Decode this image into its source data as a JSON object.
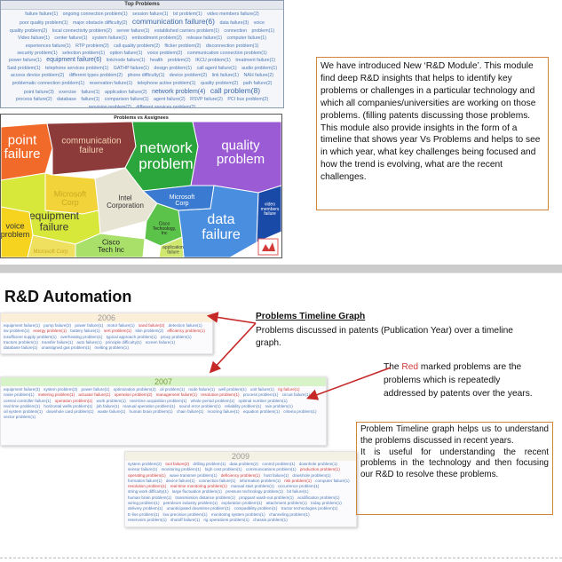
{
  "top_problems": {
    "title": "Top Problems",
    "words": [
      {
        "t": "failure failure(1)",
        "s": ""
      },
      {
        "t": "ongoing connection problem(1)",
        "s": ""
      },
      {
        "t": "session failure(1)",
        "s": ""
      },
      {
        "t": "txt problem(1)",
        "s": ""
      },
      {
        "t": "video members failure(2)",
        "s": ""
      },
      {
        "t": "poor quality problem(1)",
        "s": ""
      },
      {
        "t": "major obstacle difficulty(2)",
        "s": ""
      },
      {
        "t": "communication failure(6)",
        "s": "big"
      },
      {
        "t": "data failure(3)",
        "s": ""
      },
      {
        "t": "voice",
        "s": ""
      },
      {
        "t": "quality problem(2)",
        "s": ""
      },
      {
        "t": "local connectivity problem(2)",
        "s": ""
      },
      {
        "t": "server failure(1)",
        "s": ""
      },
      {
        "t": "established carriers problem(1)",
        "s": ""
      },
      {
        "t": "connection",
        "s": ""
      },
      {
        "t": "problem(1)",
        "s": ""
      },
      {
        "t": "Video failure(1)",
        "s": ""
      },
      {
        "t": "center failure(1)",
        "s": ""
      },
      {
        "t": "system failure(1)",
        "s": ""
      },
      {
        "t": "embodiment problem(2)",
        "s": ""
      },
      {
        "t": "release failure(1)",
        "s": ""
      },
      {
        "t": "computer failure(1)",
        "s": ""
      },
      {
        "t": "experiences failure(1)",
        "s": ""
      },
      {
        "t": "RTP problem(2)",
        "s": ""
      },
      {
        "t": "call quality problem(2)",
        "s": ""
      },
      {
        "t": "flicker problem(2)",
        "s": ""
      },
      {
        "t": "disconnection problem(1)",
        "s": ""
      },
      {
        "t": "security problem(1)",
        "s": ""
      },
      {
        "t": "selection problem(1)",
        "s": ""
      },
      {
        "t": "option failure(1)",
        "s": ""
      },
      {
        "t": "voice problem(2)",
        "s": ""
      },
      {
        "t": "communication connection problem(1)",
        "s": ""
      },
      {
        "t": "power failure(1)",
        "s": ""
      },
      {
        "t": "equipment failure(6)",
        "s": "med"
      },
      {
        "t": "link/node failure(1)",
        "s": ""
      },
      {
        "t": "health",
        "s": ""
      },
      {
        "t": "problem(2)",
        "s": ""
      },
      {
        "t": "IKCU problem(1)",
        "s": ""
      },
      {
        "t": "treatment failure(1)",
        "s": ""
      },
      {
        "t": "Said problem(1)",
        "s": ""
      },
      {
        "t": "telephone services problem(1)",
        "s": ""
      },
      {
        "t": "GATHP failure(1)",
        "s": ""
      },
      {
        "t": "design problem(1)",
        "s": ""
      },
      {
        "t": "call agent failure(1)",
        "s": ""
      },
      {
        "t": "audio problem(1)",
        "s": ""
      },
      {
        "t": "access device problem(2)",
        "s": ""
      },
      {
        "t": "different types problem(2)",
        "s": ""
      },
      {
        "t": "phone difficulty(1)",
        "s": ""
      },
      {
        "t": "device problem(2)",
        "s": ""
      },
      {
        "t": "link failure(1)",
        "s": ""
      },
      {
        "t": "NAH failure(2)",
        "s": ""
      },
      {
        "t": "problematic connection problem(1)",
        "s": ""
      },
      {
        "t": "reservation failure(1)",
        "s": ""
      },
      {
        "t": "telephone active problem(1)",
        "s": ""
      },
      {
        "t": "quality problem(2)",
        "s": ""
      },
      {
        "t": "path failure(2)",
        "s": ""
      },
      {
        "t": "point failure(3)",
        "s": ""
      },
      {
        "t": "exercise",
        "s": ""
      },
      {
        "t": "failure(1)",
        "s": ""
      },
      {
        "t": "application failure(2)",
        "s": ""
      },
      {
        "t": "network problem(4)",
        "s": "med"
      },
      {
        "t": "call problem(8)",
        "s": "big"
      },
      {
        "t": "process failure(2)",
        "s": ""
      },
      {
        "t": "database",
        "s": ""
      },
      {
        "t": "failure(1)",
        "s": ""
      },
      {
        "t": "comparison failure(1)",
        "s": ""
      },
      {
        "t": "agent failure(2)",
        "s": ""
      },
      {
        "t": "RSVP failure(2)",
        "s": ""
      },
      {
        "t": "PCI bus problem(2)",
        "s": ""
      },
      {
        "t": "provision problem(2)",
        "s": ""
      },
      {
        "t": "different services problem(2)",
        "s": ""
      }
    ]
  },
  "problems_vs_assignees": {
    "title": "Problems vs Assignees",
    "cells": [
      {
        "label": [
          "point",
          "failure"
        ],
        "color": "#f26a2a",
        "text_color": "#ffffff",
        "size": 15
      },
      {
        "label": [
          "communication",
          "failure"
        ],
        "color": "#8c3a3a",
        "text_color": "#f2d1b0",
        "size": 10
      },
      {
        "label": [
          "network",
          "problem"
        ],
        "color": "#2ba63c",
        "text_color": "#ffffff",
        "size": 17
      },
      {
        "label": [
          "quality",
          "problem"
        ],
        "color": "#9a5bd4",
        "text_color": "#ffffff",
        "size": 15
      },
      {
        "label": [
          "Microsoft",
          "Corp"
        ],
        "color": "#f2d43a",
        "text_color": "#c9a820",
        "size": 9
      },
      {
        "label": [
          "equipment",
          "failure"
        ],
        "color": "#d8e83a",
        "text_color": "#333333",
        "size": 12
      },
      {
        "label": [
          "voice",
          "problem"
        ],
        "color": "#f5d31f",
        "text_color": "#333333",
        "size": 9
      },
      {
        "label": [
          "Intel",
          "Corporation"
        ],
        "color": "#e8e4d4",
        "text_color": "#333333",
        "size": 8
      },
      {
        "label": [
          "Cisco",
          "Technology,",
          "Inc"
        ],
        "color": "#5bc24a",
        "text_color": "#222222",
        "size": 5
      },
      {
        "label": [
          "Cisco",
          "Tech Inc"
        ],
        "color": "#a8e06a",
        "text_color": "#222222",
        "size": 8
      },
      {
        "label": [
          "Microsoft",
          "Corp"
        ],
        "color": "#3a7ad0",
        "text_color": "#ffffff",
        "size": 7
      },
      {
        "label": [
          "data",
          "failure"
        ],
        "color": "#4a8ee0",
        "text_color": "#ffffff",
        "size": 16
      },
      {
        "label": [
          "video",
          "members",
          "failure"
        ],
        "color": "#1a4aa8",
        "text_color": "#ffffff",
        "size": 5
      },
      {
        "label": [
          "application",
          "failure"
        ],
        "color": "#d0e870",
        "text_color": "#444444",
        "size": 5
      },
      {
        "label": [
          "Microsoft Corp"
        ],
        "color": "#f0e060",
        "text_color": "#c9a820",
        "size": 6
      }
    ]
  },
  "module_description": "We have introduced New ‘R&D Module’. This module find deep R&D insights that helps to identify key problems or challenges in a particular technology and which all companies/universities are working on those problems. (filling patents discussing those problems. This module also provide insights in the form of a timeline that shows year Vs Problems and helps to see in which year, what key challenges being focused and how the trend is evolving, what are the recent challenges.",
  "section_title": "R&D Automation",
  "timeline": {
    "y2006": {
      "year": "2006",
      "words": [
        {
          "t": "equipment failure(1)",
          "r": false
        },
        {
          "t": "pump failure(2)",
          "r": false
        },
        {
          "t": "power failure(1)",
          "r": false
        },
        {
          "t": "motor failure(1)",
          "r": false
        },
        {
          "t": "sand failure(2)",
          "r": true
        },
        {
          "t": "detection failure(1)",
          "r": false
        },
        {
          "t": "sw problem(1)",
          "r": false
        },
        {
          "t": "energy problem(1)",
          "r": true
        },
        {
          "t": "battery failure(1)",
          "r": false
        },
        {
          "t": "sert problem(1)",
          "r": true
        },
        {
          "t": "skin problem(2)",
          "r": false
        },
        {
          "t": "efficiency problem(1)",
          "r": true
        },
        {
          "t": "insufficient supply problem(1)",
          "r": false
        },
        {
          "t": "overheating problem(1)",
          "r": false
        },
        {
          "t": "typical approach problem(1)",
          "r": false
        },
        {
          "t": "proxy problem(1)",
          "r": false
        },
        {
          "t": "tractors problem(1)",
          "r": false
        },
        {
          "t": "transfer failure(1)",
          "r": false
        },
        {
          "t": "auto failure(1)",
          "r": false
        },
        {
          "t": "principle difficulty(1)",
          "r": false
        },
        {
          "t": "screen failure(1)",
          "r": false
        },
        {
          "t": "database failure(1)",
          "r": false
        },
        {
          "t": "unassigned gas problem(1)",
          "r": false
        },
        {
          "t": "melting problem(1)",
          "r": false
        }
      ]
    },
    "y2007": {
      "year": "2007",
      "words": [
        {
          "t": "equipment failure(3)",
          "r": false
        },
        {
          "t": "system problem(3)",
          "r": false
        },
        {
          "t": "power failure(1)",
          "r": false
        },
        {
          "t": "optimization problem(2)",
          "r": false
        },
        {
          "t": "oil problem(1)",
          "r": false
        },
        {
          "t": "node failure(1)",
          "r": false
        },
        {
          "t": "well problem(1)",
          "r": false
        },
        {
          "t": "unit failure(1)",
          "r": false
        },
        {
          "t": "rig failure(1)",
          "r": true
        },
        {
          "t": "noise problem(1)",
          "r": false
        },
        {
          "t": "metering problem(1)",
          "r": true
        },
        {
          "t": "actuator failure(1)",
          "r": true
        },
        {
          "t": "operation problem(2)",
          "r": true
        },
        {
          "t": "management failure(1)",
          "r": true
        },
        {
          "t": "resolution problem(1)",
          "r": true
        },
        {
          "t": "process problem(1)",
          "r": false
        },
        {
          "t": "circuit failure(1)",
          "r": false
        },
        {
          "t": "central controller failure(1)",
          "r": false
        },
        {
          "t": "operation problem(1)",
          "r": true
        },
        {
          "t": "work problem(1)",
          "r": false
        },
        {
          "t": "real-time acquisition problem(1)",
          "r": false
        },
        {
          "t": "whole period problem(1)",
          "r": false
        },
        {
          "t": "optimal number problem(1)",
          "r": false
        },
        {
          "t": "real time problem(1)",
          "r": false
        },
        {
          "t": "horizontal wells problem(1)",
          "r": false
        },
        {
          "t": "job failure(1)",
          "r": false
        },
        {
          "t": "manual operation problem(1)",
          "r": false
        },
        {
          "t": "sound error problem(1)",
          "r": false
        },
        {
          "t": "reliability problem(1)",
          "r": false
        },
        {
          "t": "rain problem(1)",
          "r": false
        },
        {
          "t": "oil system problem(1)",
          "r": false
        },
        {
          "t": "downhole card problem(1)",
          "r": false
        },
        {
          "t": "waste failure(1)",
          "r": false
        },
        {
          "t": "human brain problem(1)",
          "r": false
        },
        {
          "t": "chain failure(1)",
          "r": false
        },
        {
          "t": "mooring failure(1)",
          "r": false
        },
        {
          "t": "equation problem(1)",
          "r": false
        },
        {
          "t": "criteria problem(1)",
          "r": false
        },
        {
          "t": "vector problem(1)",
          "r": false
        }
      ]
    },
    "y2009": {
      "year": "2009",
      "words": [
        {
          "t": "system problem(2)",
          "r": false
        },
        {
          "t": "tool failure(2)",
          "r": true
        },
        {
          "t": "drilling problem(1)",
          "r": false
        },
        {
          "t": "data problem(2)",
          "r": false
        },
        {
          "t": "control problem(1)",
          "r": false
        },
        {
          "t": "downhole problem(1)",
          "r": false
        },
        {
          "t": "sensor failure(1)",
          "r": false
        },
        {
          "t": "monitoring problem(1)",
          "r": false
        },
        {
          "t": "high cost problem(1)",
          "r": false
        },
        {
          "t": "communications problem(1)",
          "r": false
        },
        {
          "t": "production problem(1)",
          "r": true
        },
        {
          "t": "operating problem(1)",
          "r": true
        },
        {
          "t": "wave transmer problem(1)",
          "r": false
        },
        {
          "t": "deficiency problem(1)",
          "r": true
        },
        {
          "t": "host failure(1)",
          "r": false
        },
        {
          "t": "downhole problem(1)",
          "r": false
        },
        {
          "t": "formation failure(1)",
          "r": false
        },
        {
          "t": "device failure(1)",
          "r": false
        },
        {
          "t": "connection failure(1)",
          "r": false
        },
        {
          "t": "information problem(1)",
          "r": false
        },
        {
          "t": "risk problem(1)",
          "r": true
        },
        {
          "t": "computer failure(1)",
          "r": false
        },
        {
          "t": "resolution problem(1)",
          "r": true
        },
        {
          "t": "real-time monitoring problem(1)",
          "r": true
        },
        {
          "t": "manual start problem(1)",
          "r": false
        },
        {
          "t": "occurrence problem(1)",
          "r": false
        },
        {
          "t": "string work difficulty(1)",
          "r": false
        },
        {
          "t": "large fluctuation problem(1)",
          "r": false
        },
        {
          "t": "pressure technology problem(1)",
          "r": false
        },
        {
          "t": "bit failure(1)",
          "r": false
        },
        {
          "t": "human brain problem(1)",
          "r": false
        },
        {
          "t": "transmission distance problem(1)",
          "r": false
        },
        {
          "t": "proppant wash-out problem(1)",
          "r": false
        },
        {
          "t": "acidification problem(1)",
          "r": false
        },
        {
          "t": "wiring problem(1)",
          "r": false
        },
        {
          "t": "petroleum industry problem(1)",
          "r": false
        },
        {
          "t": "exploration problem(1)",
          "r": false
        },
        {
          "t": "attachment problem(1)",
          "r": false
        },
        {
          "t": "today problem(1)",
          "r": false
        },
        {
          "t": "delivery problem(1)",
          "r": false
        },
        {
          "t": "unanticipated downtime problem(1)",
          "r": false
        },
        {
          "t": "compatibility problem(1)",
          "r": false
        },
        {
          "t": "tractor technologies problem(1)",
          "r": false
        },
        {
          "t": "E-line problem(1)",
          "r": false
        },
        {
          "t": "low precision problem(1)",
          "r": false
        },
        {
          "t": "monitoring system problem(1)",
          "r": false
        },
        {
          "t": "channeling problem(1)",
          "r": false
        },
        {
          "t": "reservoirs problem(1)",
          "r": false
        },
        {
          "t": "shutoff failure(1)",
          "r": false
        },
        {
          "t": "rig operations problem(1)",
          "r": false
        },
        {
          "t": "chassis problem(1)",
          "r": false
        }
      ]
    }
  },
  "problems_timeline_graph": {
    "title": "Problems Timeline Graph",
    "description": "Problems discussed in patents (Publication Year) over a timeline graph."
  },
  "red_note": {
    "prefix": "The ",
    "red_word": "Red",
    "suffix": " marked problems are the problems which is repeatedly addressed by patents over the years."
  },
  "timeline_box": "Problem Timeline graph helps us to understand the problems discussed in recent years.\nIt is useful for understanding the recent problems in the technology and then focusing our R&D to resolve these problems.",
  "colors": {
    "accent_border": "#d1843c",
    "arrow": "#c62828",
    "red_word": "#d23a3a",
    "word_blue": "#4d79b8"
  }
}
